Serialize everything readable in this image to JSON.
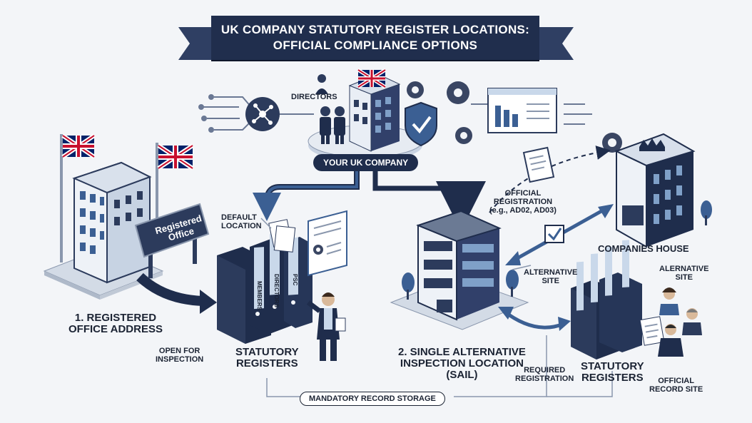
{
  "header": {
    "title_line1": "UK COMPANY STATUTORY REGISTER LOCATIONS:",
    "title_line2": "OFFICIAL COMPLIANCE OPTIONS"
  },
  "company": {
    "directors_label": "DIRECTORS",
    "name_label": "YOUR UK COMPANY"
  },
  "registered_office": {
    "sign_line1": "Registered",
    "sign_line2": "Office",
    "title_line1": "1. REGISTERED",
    "title_line2": "OFFICE ADDRESS",
    "open_line1": "OPEN FOR",
    "open_line2": "INSPECTION"
  },
  "default_location": {
    "line1": "DEFAULT",
    "line2": "LOCATION"
  },
  "statutory_registers_left": {
    "line1": "STATUTORY",
    "line2": "REGISTERS",
    "binder_spines": [
      "MEMBERS",
      "DIRECTORS",
      "PSC"
    ]
  },
  "sail": {
    "title_line1": "2. SINGLE ALTERNATIVE",
    "title_line2": "INSPECTION LOCATION",
    "title_line3": "(SAIL)",
    "alt_site_line1": "ALTERNATIVE",
    "alt_site_line2": "SITE",
    "required_line1": "REQUIRED",
    "required_line2": "REGISTRATION"
  },
  "companies_house": {
    "label": "COMPANIES HOUSE",
    "official_line1": "OFFICIAL",
    "official_line2": "REGISTRATION",
    "official_line3": "(e.g., AD02, AD03)"
  },
  "statutory_registers_right": {
    "line1": "STATUTORY",
    "line2": "REGISTERS",
    "alt_site_line1": "ALERNATIVE",
    "alt_site_line2": "SITE",
    "official_line1": "OFFICIAL",
    "official_line2": "RECORD SITE"
  },
  "footer": {
    "mandatory_label": "MANDATORY RECORD STORAGE"
  },
  "colors": {
    "navy": "#202e4d",
    "blue": "#3b5f93",
    "light_blue": "#c9d8ea",
    "flag_red": "#c8102e"
  }
}
